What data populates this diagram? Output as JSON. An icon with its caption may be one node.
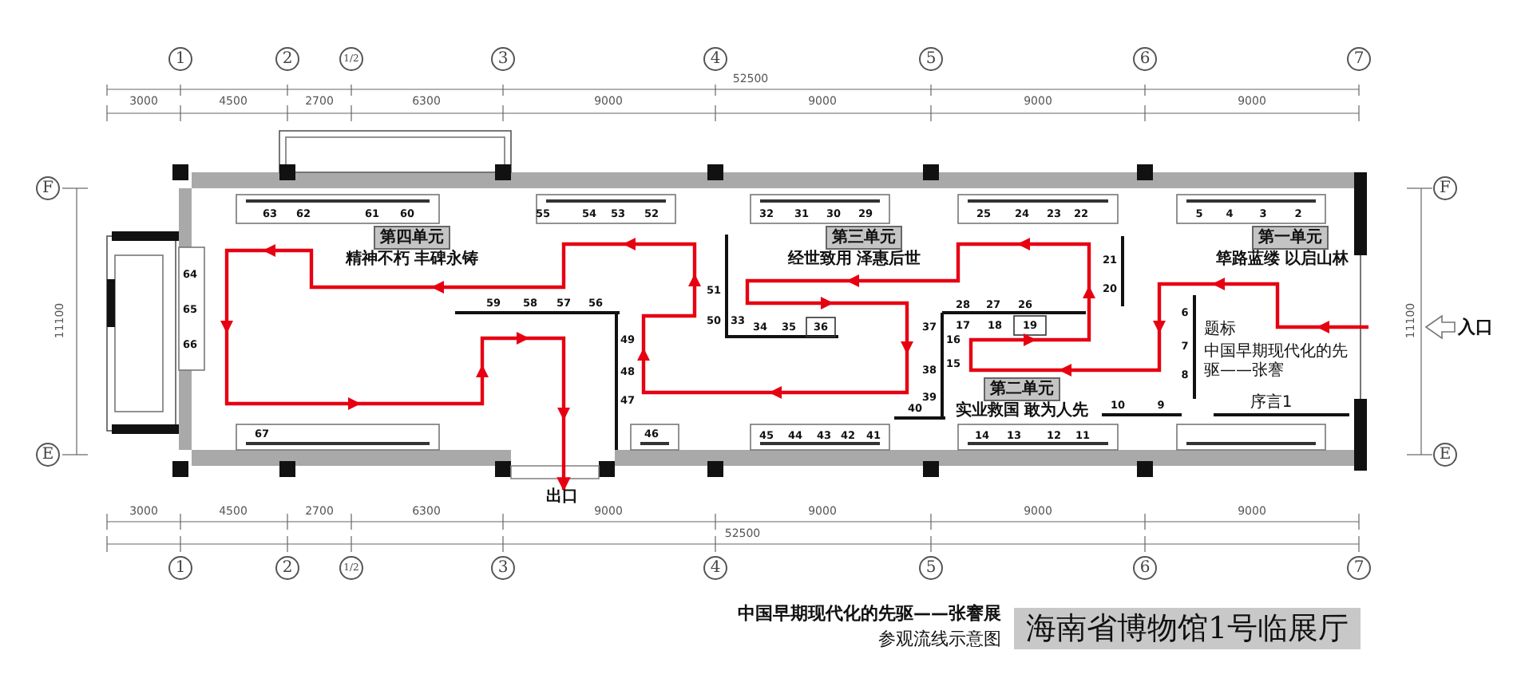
{
  "diagram": {
    "title": "中国早期现代化的先驱——张謇展",
    "caption": "参观流线示意图",
    "nodes": [
      {
        "text": [
          "第四单元"
        ],
        "beside": [
          "精神不朽 丰碑永铸"
        ]
      },
      {
        "text": [
          "第三单元"
        ],
        "beside": [
          "经世致用 泽惠后世"
        ]
      },
      {
        "text": [
          "第二单元"
        ],
        "beside": [
          "实业救国 敢为人先"
        ]
      },
      {
        "text": [
          "第一单元"
        ],
        "beside": [
          "筚路蓝缕 以启山林"
        ]
      },
      {
        "text": [
          "出口"
        ]
      },
      {
        "text": [
          "海南省博物馆1号临展厅"
        ]
      }
    ],
    "edges": [
      {
        "from": null,
        "to": 4,
        "arrow": "to"
      }
    ],
    "labels": [
      "1",
      "2",
      "1/2",
      "3",
      "4",
      "5",
      "6",
      "7",
      "52500",
      "3000",
      "4500",
      "2700",
      "6300",
      "9000",
      "9000",
      "9000",
      "9000",
      "F",
      "11100",
      "E",
      "F",
      "11100",
      "E",
      "入口",
      "63",
      "62",
      "61",
      "60",
      "55",
      "54",
      "53",
      "52",
      "32",
      "31",
      "30",
      "29",
      "25",
      "24",
      "23",
      "22",
      "5",
      "4",
      "3",
      "2",
      "64",
      "65",
      "66",
      "59",
      "58",
      "57",
      "56",
      "51",
      "50",
      "33",
      "34",
      "35",
      "36",
      "21",
      "20",
      "28",
      "27",
      "26",
      "37",
      "17",
      "18",
      "19",
      "16",
      "38",
      "15",
      "39",
      "6",
      "7",
      "8",
      "49",
      "48",
      "47",
      "题标",
      "中国早期现代化的先驱——张謇",
      "40",
      "10",
      "9",
      "序言1",
      "67",
      "46",
      "45",
      "44",
      "43",
      "42",
      "41",
      "14",
      "13",
      "12",
      "11",
      "3000",
      "4500",
      "2700",
      "6300",
      "9000",
      "9000",
      "9000",
      "9000",
      "52500",
      "1",
      "2",
      "1/2",
      "3",
      "4",
      "5",
      "6",
      "7"
    ]
  }
}
